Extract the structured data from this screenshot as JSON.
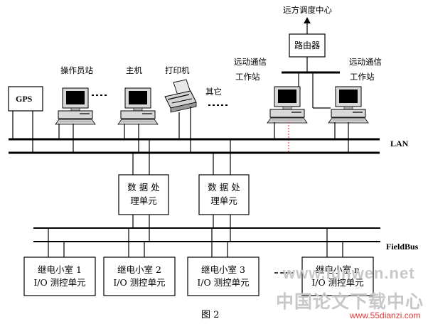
{
  "header": {
    "remote_center": "远方调度中心",
    "router": "路由器"
  },
  "devices": {
    "gps": "GPS",
    "operator": "操作员站",
    "host": "主机",
    "printer": "打印机",
    "other": "其它",
    "remote_ws_1": [
      "远动通信",
      "工作站"
    ],
    "remote_ws_2": [
      "远动通信",
      "工作站"
    ]
  },
  "buses": {
    "lan": "LAN",
    "fieldbus": "FieldBus"
  },
  "processing_units": [
    {
      "line1": "数 据 处",
      "line2": "理单元"
    },
    {
      "line1": "数 据 处",
      "line2": "理单元"
    }
  ],
  "io_units": [
    {
      "line1": "继电小室 1",
      "line2": "I/O 测控单元"
    },
    {
      "line1": "继电小室 2",
      "line2": "I/O 测控单元"
    },
    {
      "line1": "继电小室 3",
      "line2": "I/O 测控单元"
    },
    {
      "line1": "继电小室 n",
      "line2": "I/O 测控单元"
    }
  ],
  "caption": "图 2",
  "watermark": {
    "line1": "www.lunwen.net",
    "line2": "中国论文下载中心",
    "url": "www.55dianzi.com"
  },
  "colors": {
    "line": "#000000",
    "watermark": "#c8c8c8",
    "watermark_url": "#e03a3a"
  }
}
